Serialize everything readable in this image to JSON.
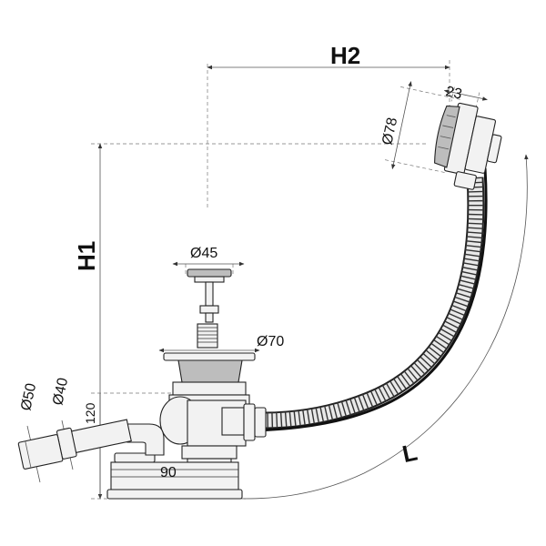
{
  "labels": {
    "h1": "H1",
    "h2": "H2",
    "l": "L",
    "d45": "Ø45",
    "d70": "Ø70",
    "d78": "Ø78",
    "d50": "Ø50",
    "d40": "Ø40",
    "v23": "23",
    "v120": "120",
    "v90": "90"
  }
}
